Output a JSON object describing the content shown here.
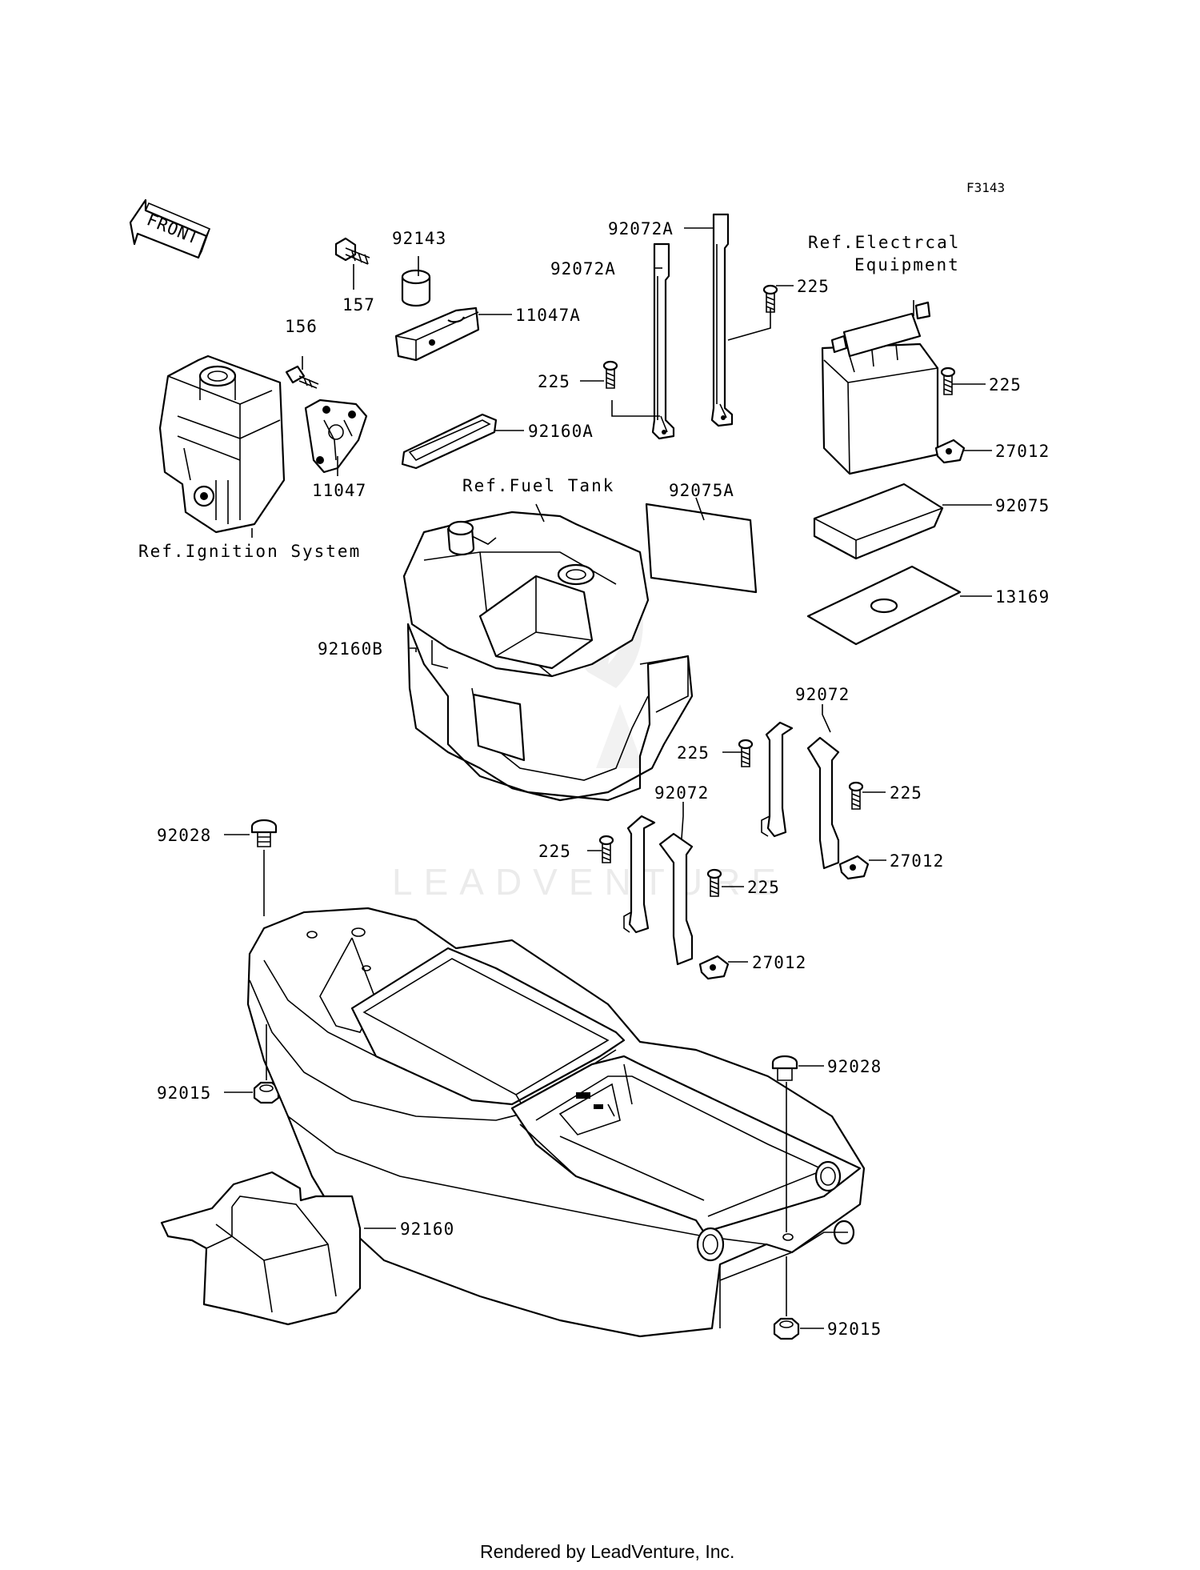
{
  "figure_code": "F3143",
  "front_label": "FRONT",
  "watermark": "LEADVENTURE",
  "footer": "Rendered by LeadVenture, Inc.",
  "refs": {
    "ignition": "Ref.Ignition System",
    "fuel_tank": "Ref.Fuel Tank",
    "electrical_line1": "Ref.Electrcal",
    "electrical_line2": "Equipment"
  },
  "callouts": {
    "c92143": "92143",
    "c157": "157",
    "c156": "156",
    "c11047A": "11047A",
    "c11047": "11047",
    "c92160A": "92160A",
    "c92072A_top": "92072A",
    "c92072A_left": "92072A",
    "c225_a": "225",
    "c225_b": "225",
    "c225_c": "225",
    "c27012_a": "27012",
    "c92075A": "92075A",
    "c92075": "92075",
    "c13169": "13169",
    "c92160B": "92160B",
    "c92072_a": "92072",
    "c225_d": "225",
    "c225_e": "225",
    "c27012_b": "27012",
    "c92072_b": "92072",
    "c225_f": "225",
    "c225_g": "225",
    "c27012_c": "27012",
    "c92028_a": "92028",
    "c92015_a": "92015",
    "c92028_b": "92028",
    "c92015_b": "92015",
    "c92160": "92160"
  }
}
